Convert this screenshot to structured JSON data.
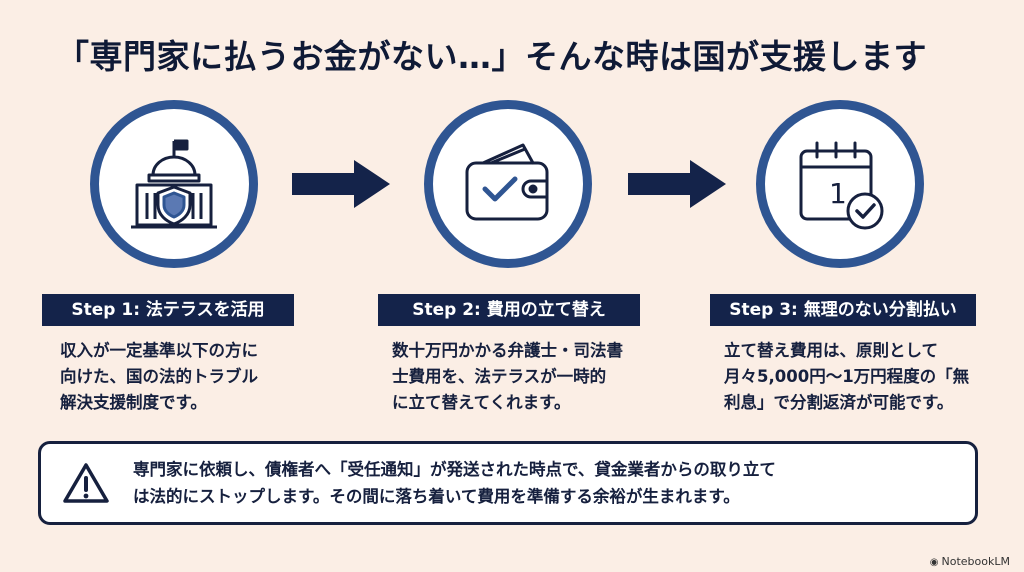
{
  "title": "「専門家に払うお金がない…」そんな時は国が支援します",
  "colors": {
    "background": "#fbeee5",
    "navy": "#14234a",
    "ring": "#2f5592"
  },
  "steps": [
    {
      "label": "Step 1: 法テラスを活用",
      "icon": "government-building-shield-icon",
      "lines": [
        "収入が一定基準以下の方に",
        "向けた、国の法的トラブル",
        "解決支援制度です。"
      ]
    },
    {
      "label": "Step 2: 費用の立て替え",
      "icon": "wallet-checkmark-icon",
      "lines": [
        "数十万円かかる弁護士・司法書",
        "士費用を、法テラスが一時的",
        "に立て替えてくれます。"
      ]
    },
    {
      "label": "Step 3: 無理のない分割払い",
      "icon": "calendar-check-icon",
      "calendar_day": "1",
      "lines": [
        "立て替え費用は、原則として",
        "月々5,000円～1万円程度の「無",
        "利息」で分割返済が可能です。"
      ]
    }
  ],
  "notice": {
    "icon": "warning-triangle-icon",
    "lines": [
      "専門家に依頼し、債権者へ「受任通知」が発送された時点で、貸金業者からの取り立て",
      "は法的にストップします。その間に落ち着いて費用を準備する余裕が生まれます。"
    ]
  },
  "brand": "NotebookLM"
}
